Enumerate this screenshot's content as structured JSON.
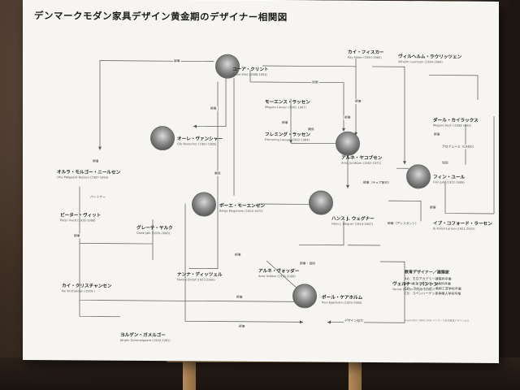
{
  "board": {
    "title": "デンマークモダン家具デザイン黄金期のデザイナー相関図"
  },
  "people": [
    {
      "id": "klint",
      "name": "コーア・クリント",
      "sub": "Kaare Klint (1888-1954)",
      "photo": true
    },
    {
      "id": "fisker",
      "name": "カイ・フィスカー",
      "sub": "Kay Fisker (1893-1965)",
      "photo": false
    },
    {
      "id": "lauritzen",
      "name": "ヴィルヘルム・ラウリッツェン",
      "sub": "Vilhelm Lauritzen (1894-1984)",
      "photo": false
    },
    {
      "id": "rasmussen",
      "name": "モーエンス・ラッセン",
      "sub": "Mogens Lassen (1901-1987)",
      "photo": false
    },
    {
      "id": "flemming",
      "name": "フレミング・ラッセン",
      "sub": "Flemming Lassen (1902-1984)",
      "photo": false
    },
    {
      "id": "jacobsen",
      "name": "アルネ・ヤコブセン",
      "sub": "Arne Jacobsen (1902-1971)",
      "photo": true
    },
    {
      "id": "kohl",
      "name": "ボーエ・モーエンセン",
      "sub": "Børge Mogensen (1914-1972)",
      "photo": true
    },
    {
      "id": "wanscher",
      "name": "オーレ・ヴァンシャー",
      "sub": "Ole Wanscher (1903-1985)",
      "photo": true
    },
    {
      "id": "nielsen",
      "name": "オルラ・モルゴー・ニールセン",
      "sub": "Orla Mølgaard-Nielsen (1907-1993)",
      "photo": false
    },
    {
      "id": "hvidt",
      "name": "ピーター・ヴィット",
      "sub": "Peter Hvidt (1916-1986)",
      "photo": false
    },
    {
      "id": "wegner",
      "name": "ハンス J. ウェグナー",
      "sub": "Hans J. Wegner (1914-2007)",
      "photo": true
    },
    {
      "id": "juhl",
      "name": "フィン・ユール",
      "sub": "Finn Juhl (1912-1989)",
      "photo": true
    },
    {
      "id": "kofod",
      "name": "イブ・コフォード・ラーセン",
      "sub": "Ib Kofod-Larsen (1921-2003)",
      "photo": false
    },
    {
      "id": "koch",
      "name": "ダール・カイラックス",
      "sub": "Mogens Koch (1898-1992)",
      "photo": false
    },
    {
      "id": "volther",
      "name": "グレーテ・ヤルク",
      "sub": "Grete Jalk (1920-2006)",
      "photo": false
    },
    {
      "id": "ditzel",
      "name": "ナンナ・ディッツェル",
      "sub": "Nanna Ditzel (1923-2005)",
      "photo": false
    },
    {
      "id": "vodder",
      "name": "アルネ・ヴォッダー",
      "sub": "Arne Vodder (1926-2009)",
      "photo": false
    },
    {
      "id": "kjaerholm",
      "name": "ポール・ケアホルム",
      "sub": "Poul Kjærholm (1929-1980)",
      "photo": true
    },
    {
      "id": "panton",
      "name": "ヴェルナー・パントン",
      "sub": "Verner Panton (1926-1998)",
      "photo": false
    },
    {
      "id": "kristiansen",
      "name": "カイ・クリスチャンセン",
      "sub": "Kai Kristiansen (1929-)",
      "photo": false
    },
    {
      "id": "gammelgaard",
      "name": "ヨルゲン・ガメルゴー",
      "sub": "Jørgen Gammelgaard (1938-1991)",
      "photo": false
    }
  ],
  "relations": {
    "r1": "師事",
    "r2": "同僚",
    "r3": "師事",
    "r4": "関係",
    "r5": "師事",
    "r6": "師事",
    "r7": "パートナー",
    "r8": "師事",
    "r9": "師事",
    "r10": "師事",
    "r11": "師事（チェア製作）",
    "r12": "師事",
    "r13": "関係",
    "r14": "師事",
    "r15": "師事（アシスタント）",
    "r16": "師事・協同",
    "r17": "協同",
    "r18": "師事",
    "r19": "デザイン協力",
    "r20": "プロデュース（CADO）",
    "r21": "師事",
    "r22": "師事"
  },
  "legend": {
    "heading": "教育デザイナー／建築家",
    "items": [
      "AA：王立アカデミー建築科卒業",
      "AF：王立アカデミー家具科卒業",
      "CD：コペンハーゲン美術工芸学校卒業",
      "CS：コペンハーゲン家具職人学校卒業"
    ]
  },
  "note": "Kaare Klint 1888-1954 デンマーク近代家具デザインの父"
}
